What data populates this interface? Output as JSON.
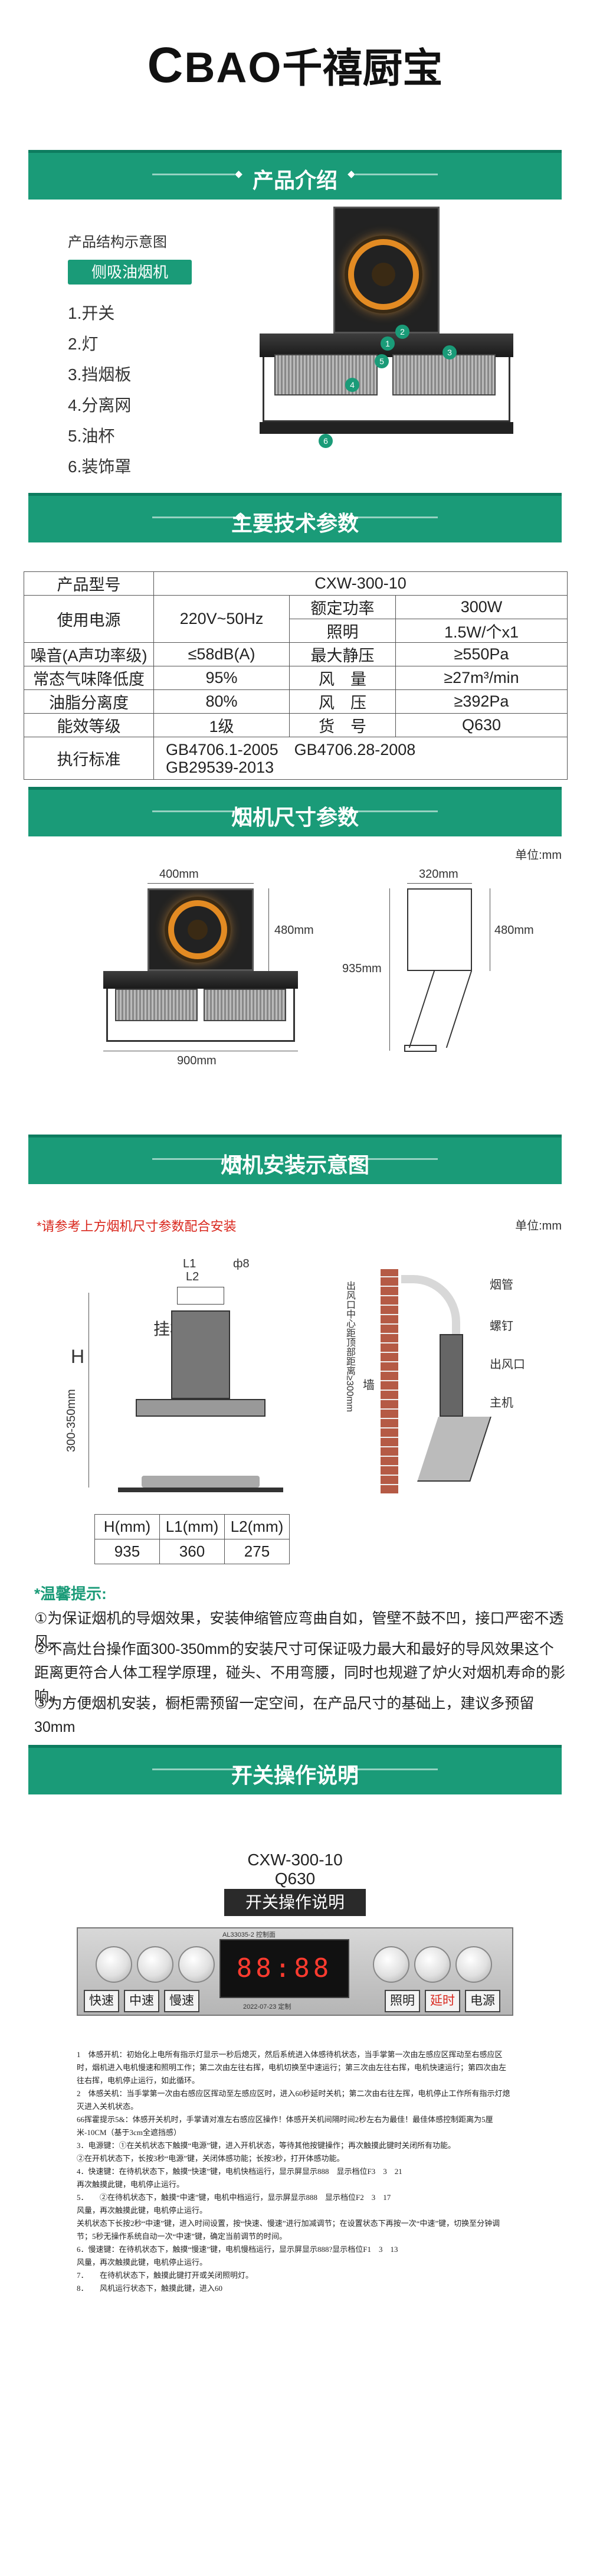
{
  "logo": {
    "latin": "BAO",
    "cjk": "千禧厨宝"
  },
  "sections": {
    "intro": "产品介绍",
    "specs": "主要技术参数",
    "dims": "烟机尺寸参数",
    "install": "烟机安装示意图",
    "switch": "开关操作说明"
  },
  "intro": {
    "caption": "产品结构示意图",
    "pill": "侧吸油烟机",
    "items": [
      "1.开关",
      "2.灯",
      "3.挡烟板",
      "4.分离网",
      "5.油杯",
      "6.装饰罩"
    ],
    "callouts": [
      "1",
      "2",
      "3",
      "4",
      "5",
      "6"
    ]
  },
  "specs": {
    "model_label": "产品型号",
    "model": "CXW-300-10",
    "power_label": "使用电源",
    "power": "220V~50Hz",
    "rated_label": "额定功率",
    "rated": "300W",
    "light_label": "照明",
    "light": "1.5W/个x1",
    "noise_label": "噪音(A声功率级)",
    "noise": "≤58dB(A)",
    "pressure_label": "最大静压",
    "pressure": "≥550Pa",
    "smoke_label": "常态气味降低度",
    "smoke": "95%",
    "airflow_label": "风　量",
    "airflow": "≥27m³/min",
    "grease_label": "油脂分离度",
    "grease": "80%",
    "windp_label": "风　压",
    "windp": "≥392Pa",
    "energy_label": "能效等级",
    "energy": "1级",
    "sku_label": "货　号",
    "sku": "Q630",
    "std_label": "执行标准",
    "std1": "GB4706.1-2005　GB4706.28-2008",
    "std2": "GB29539-2013"
  },
  "dims": {
    "unit": "单位:mm",
    "front_w": "400mm",
    "front_h": "480mm",
    "total_h": "935mm",
    "bottom_w": "900mm",
    "side_w": "320mm",
    "side_h": "480mm"
  },
  "install": {
    "warning": "*请参考上方烟机尺寸参数配合安装",
    "unit": "单位:mm",
    "l1": "L1",
    "l2": "L2",
    "phi": "ф8",
    "h": "H",
    "hook": "挂板",
    "range": "300-350mm",
    "outlet_dist": "出风口中心距顶部距离≥300mm",
    "labels": [
      "烟管",
      "螺钉",
      "出风口",
      "主机",
      "墙"
    ],
    "table_head": [
      "H(mm)",
      "L1(mm)",
      "L2(mm)"
    ],
    "table_row": [
      "935",
      "360",
      "275"
    ]
  },
  "tips": {
    "title": "*温馨提示:",
    "items": [
      "①为保证烟机的导烟效果，安装伸缩管应弯曲自如，管壁不鼓不凹，接口严密不透风。",
      "②不高灶台操作面300-350mm的安装尺寸可保证吸力最大和最好的导风效果这个距离更符合人体工程学原理，碰头、不用弯腰，同时也规避了炉火对烟机寿命的影响。",
      "③为方便烟机安装，橱柜需预留一定空间，在产品尺寸的基础上，建议多预留30mm"
    ]
  },
  "switch": {
    "model": "CXW-300-10",
    "sku": "Q630",
    "title": "开关操作说明",
    "lcd": "88:88",
    "buttons": [
      "快速",
      "中速",
      "慢速",
      "照明",
      "延时",
      "电源"
    ],
    "panel_tag": "AL33035-2 控制面",
    "panel_date": "2022-07-23 定制",
    "instructions": [
      "1　体感开机：初始化上电所有指示灯显示一秒后熄灭，然后系统进入体感待机状态，当手掌第一次由左感应区挥动至右感应区时，烟机进入电机慢速和照明工作；第二次由左往右挥，电机切换至中速运行；第三次由左往右挥，电机快速运行；第四次由左往右挥，电机停止运行，如此循环。",
      "2　体感关机：当手掌第一次由右感应区挥动至左感应区时，进入60秒延时关机；第二次由右往左挥，电机停止工作所有指示灯熄灭进入关机状态。",
      "66挥霍提示5&：体感开关机时，手掌请对准左右感应区操作！体感开关机间隔时间2秒左右为最佳！最佳体感控制距离为5厘米-10CM（基于3cm全遮挡感）",
      "3．电源键：①在关机状态下触摸“电源”键，进入开机状态，等待其他按键操作；再次触摸此键时关闭所有功能。",
      "②在开机状态下，长按3秒“电源”键，关闭体感功能；长按3秒，打开体感功能。",
      "4．快速键：在待机状态下，触摸“快速”键，电机快档运行，显示屏显示888　显示档位F3　3　21",
      "再次触摸此键，电机停止运行。",
      "5．　　②在待机状态下，触摸“中速”键，电机中档运行，显示屏显示888　显示档位F2　3　17",
      "风量，再次触摸此键，电机停止运行。",
      "关机状态下长按2秒“中速”键，进入时间设置，按“快速、慢速”进行加减调节；在设置状态下再按一次“中速”键，切换至分钟调节；5秒无操作系统自动一次“中速”键，确定当前调节的时间。",
      "6．慢速键：在待机状态下，触摸“慢速”键，电机慢档运行，显示屏显示888?显示档位F1　3　13",
      "风量，再次触摸此键，电机停止运行。",
      "7．　　在待机状态下，触摸此键打开或关闭照明灯。",
      "8．　　风机运行状态下，触摸此键，进入60"
    ]
  },
  "colors": {
    "accent": "#1a9b78",
    "accent_dark": "#0d7c5f",
    "warn": "#d9261c",
    "ring": "#e38b23"
  }
}
